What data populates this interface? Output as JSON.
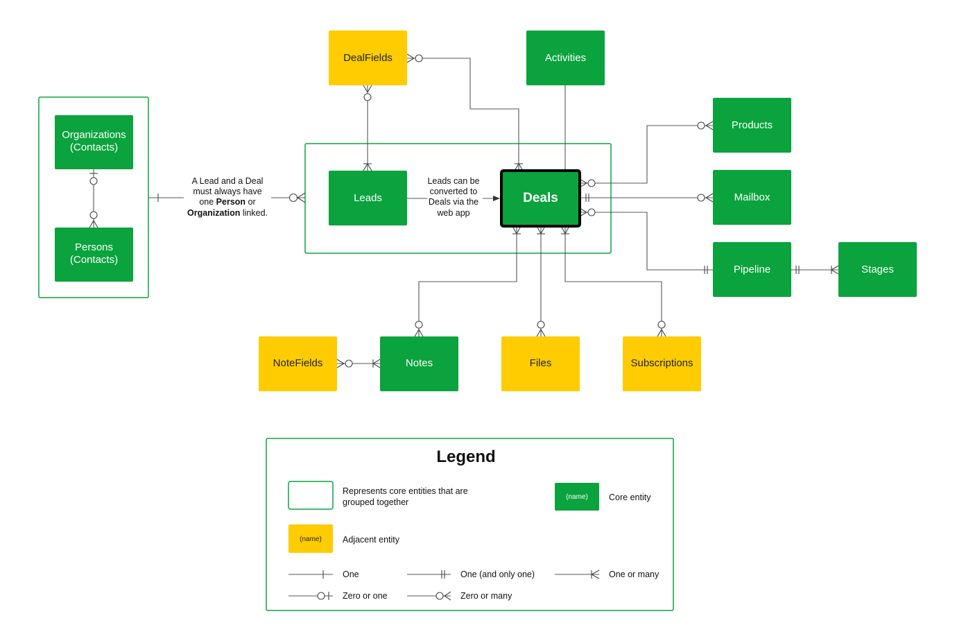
{
  "colors": {
    "core": "#0aa33d",
    "adjacent": "#fecc00",
    "group_border": "#0aa33d",
    "line": "#555555"
  },
  "entities": {
    "organizations": {
      "line1": "Organizations",
      "line2": "(Contacts)"
    },
    "persons": {
      "line1": "Persons",
      "line2": "(Contacts)"
    },
    "dealfields": "DealFields",
    "activities": "Activities",
    "leads": "Leads",
    "deals": "Deals",
    "products": "Products",
    "mailbox": "Mailbox",
    "pipeline": "Pipeline",
    "stages": "Stages",
    "notefields": "NoteFields",
    "notes": "Notes",
    "files": "Files",
    "subscriptions": "Subscriptions"
  },
  "notes": {
    "contact_link": {
      "line1": "A Lead and a Deal",
      "line2": "must always have",
      "line3_pre": "one ",
      "line3_bold": "Person",
      "line3_post": " or",
      "line4_bold": "Organization",
      "line4_post": " linked."
    },
    "lead_convert": {
      "line1": "Leads can be",
      "line2": "converted to",
      "line3": "Deals via the",
      "line4": "web app"
    }
  },
  "legend": {
    "title": "Legend",
    "group_desc_line1": "Represents core entities that are",
    "group_desc_line2": "grouped together",
    "core_sample": "(name)",
    "core_label": "Core entity",
    "adjacent_sample": "(name)",
    "adjacent_label": "Adjacent entity",
    "one": "One",
    "one_and_only_one": "One (and only one)",
    "one_or_many": "One or many",
    "zero_or_one": "Zero or one",
    "zero_or_many": "Zero or many"
  }
}
